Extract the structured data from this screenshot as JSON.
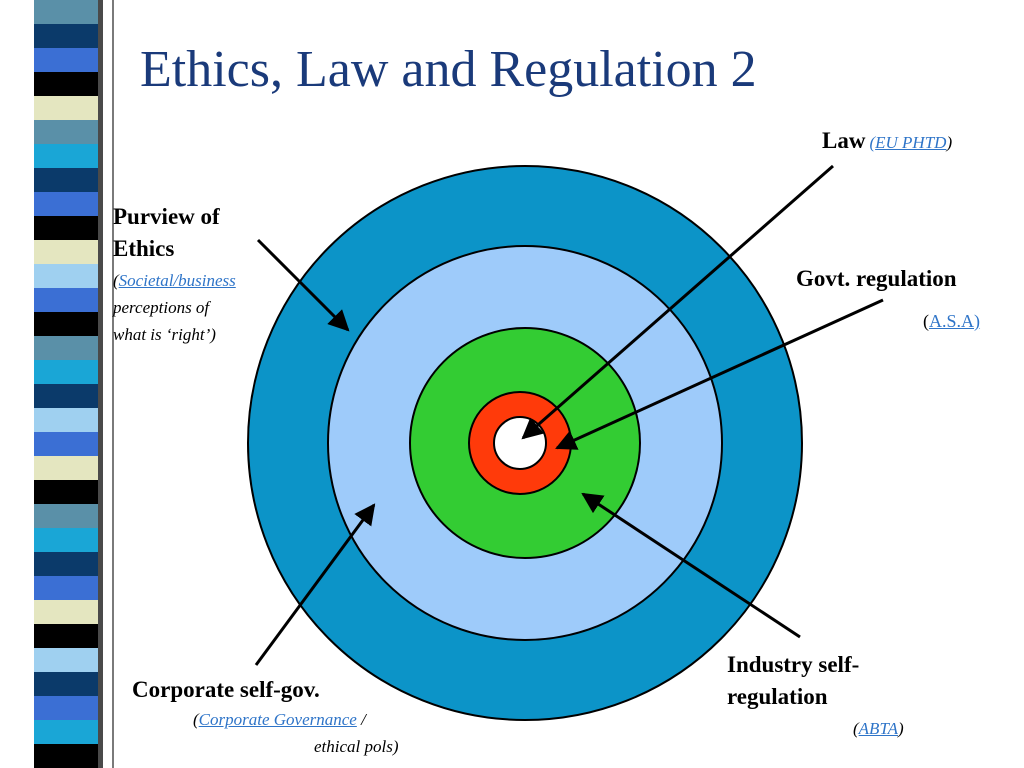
{
  "slide": {
    "title": "Ethics, Law and Regulation 2"
  },
  "colors": {
    "title": "#1a3a7a",
    "ring_outer": "#0c94c8",
    "ring_light": "#9ecbfa",
    "ring_green": "#33cc33",
    "ring_red": "#ff3a0a",
    "center": "#ffffff",
    "link": "#2e74c8",
    "strip": [
      "#5a90a8",
      "#0b3a6a",
      "#3b6fd4",
      "#000000",
      "#e4e6c0",
      "#5a90a8",
      "#1aa6d6",
      "#0b3a6a",
      "#3b6fd4",
      "#000000",
      "#e4e6c0",
      "#9fd0f0",
      "#3b6fd4",
      "#000000",
      "#5a90a8",
      "#1aa6d6",
      "#0b3a6a",
      "#9fd0f0",
      "#3b6fd4",
      "#e4e6c0",
      "#000000",
      "#5a90a8",
      "#1aa6d6",
      "#0b3a6a",
      "#3b6fd4",
      "#e4e6c0",
      "#000000",
      "#9fd0f0",
      "#0b3a6a",
      "#3b6fd4",
      "#1aa6d6",
      "#000000"
    ]
  },
  "labels": {
    "law": {
      "main": "Law",
      "open": "(",
      "link": "EU PHTD",
      "close": ")"
    },
    "govt": {
      "main": "Govt. regulation",
      "open": "(",
      "link": "A.S.A)"
    },
    "ethics": {
      "line1": "Purview of",
      "line2": "Ethics",
      "open": "(",
      "link": "Societal/business",
      "line4": "perceptions of",
      "line5": "what is ‘right’)"
    },
    "corporate": {
      "main": "Corporate self-gov.",
      "open": "(",
      "link": "Corporate Governance",
      "slash": " /",
      "line3": "ethical pols)"
    },
    "industry": {
      "line1": "Industry self-",
      "line2": "regulation",
      "open": "(",
      "link": "ABTA",
      "close": ")"
    }
  }
}
